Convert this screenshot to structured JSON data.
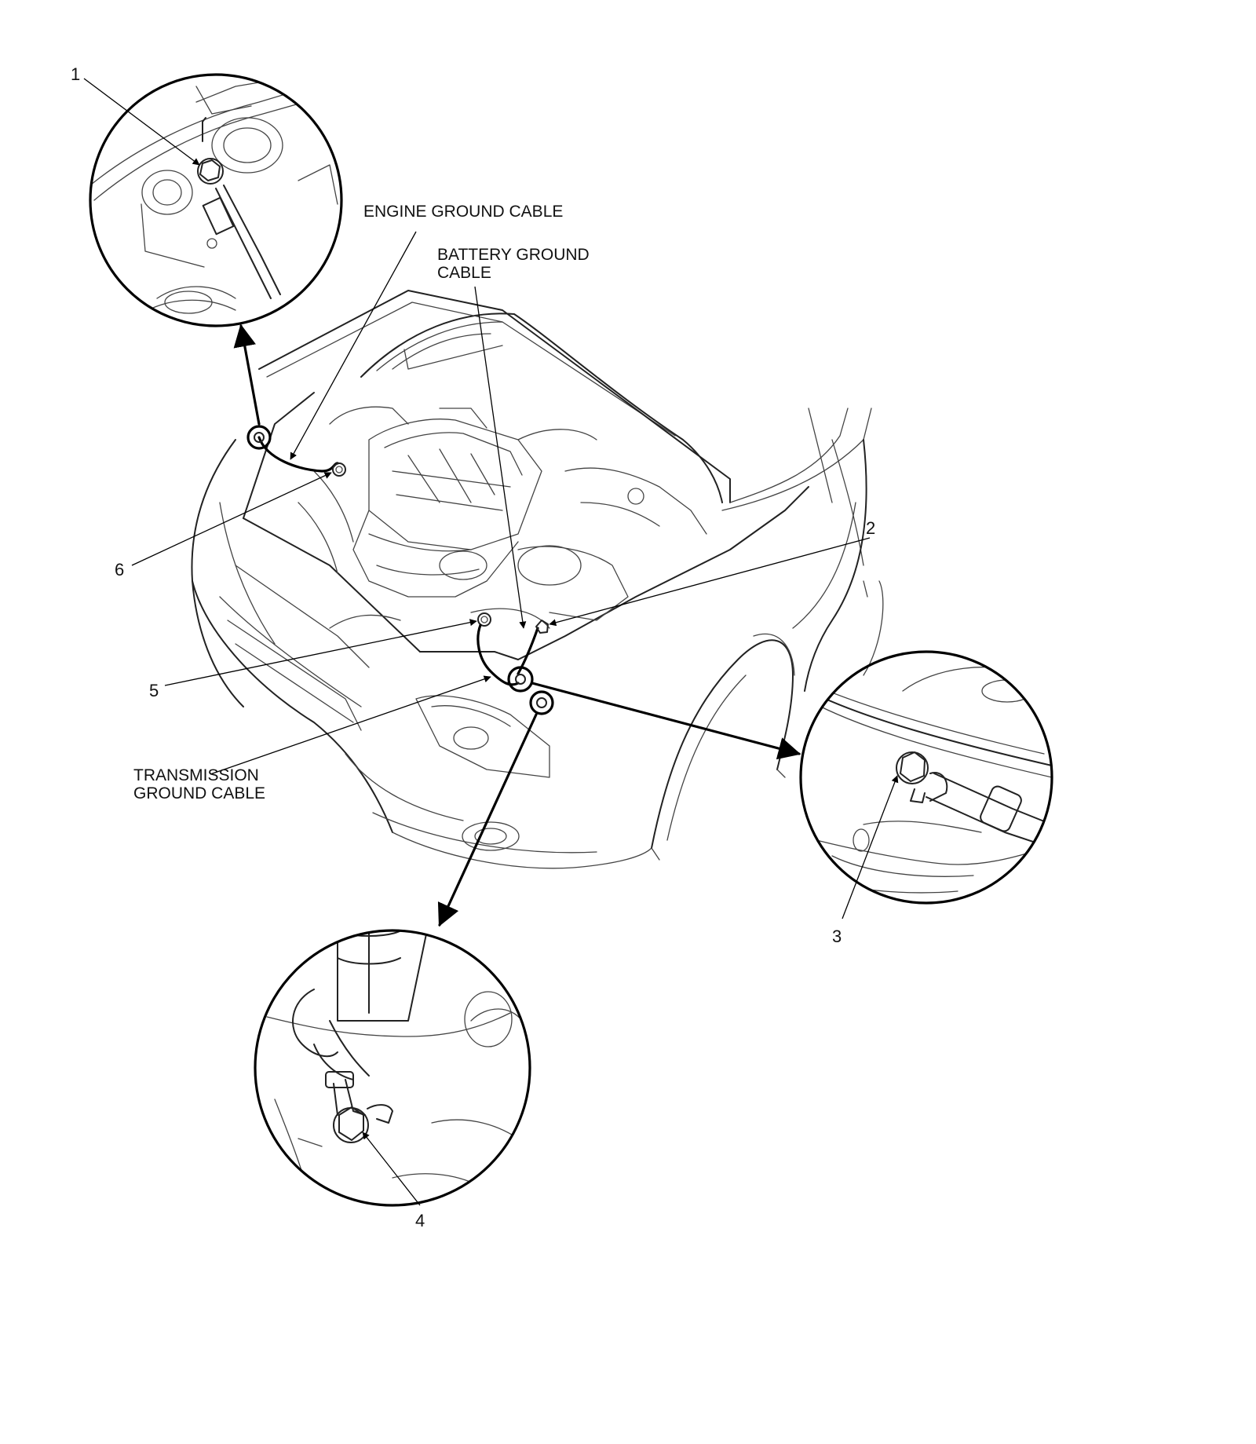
{
  "labels": {
    "engine_ground_cable": "ENGINE GROUND CABLE",
    "battery_ground_cable_line1": "BATTERY GROUND",
    "battery_ground_cable_line2": "CABLE",
    "transmission_ground_cable_line1": "TRANSMISSION",
    "transmission_ground_cable_line2": "GROUND CABLE"
  },
  "callouts": {
    "c1": "1",
    "c2": "2",
    "c3": "3",
    "c4": "4",
    "c5": "5",
    "c6": "6"
  },
  "colors": {
    "line": "#000000",
    "background": "#ffffff"
  }
}
